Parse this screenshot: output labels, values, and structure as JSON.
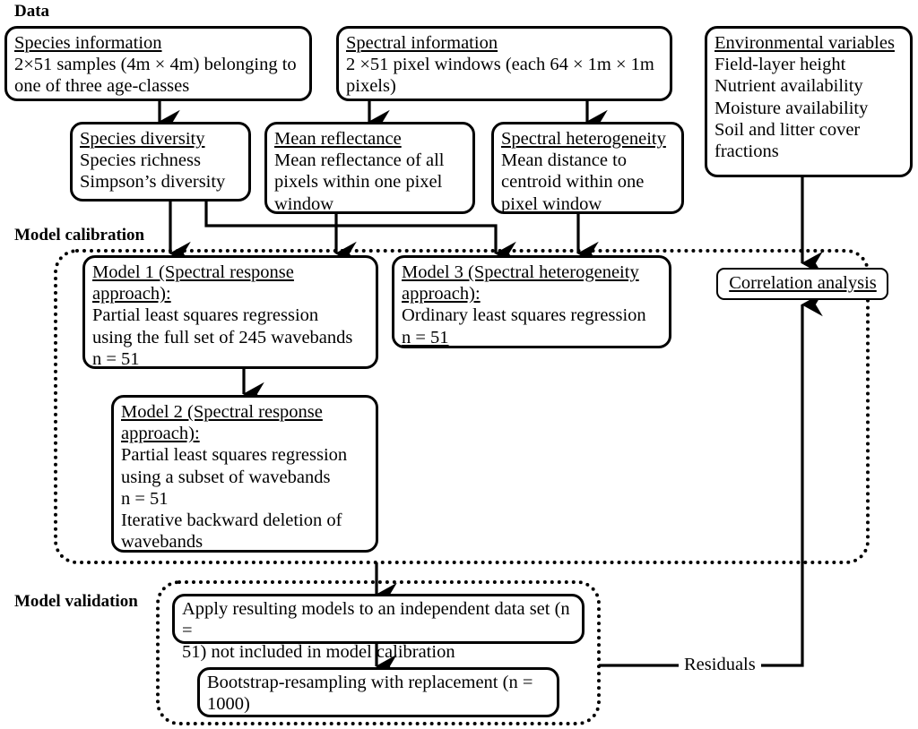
{
  "diagram": {
    "title_labels": {
      "data": "Data",
      "model_calibration": "Model calibration",
      "model_validation": "Model validation"
    },
    "edge_labels": {
      "residuals": "Residuals"
    },
    "boxes": {
      "species_information": {
        "header": "Species information",
        "lines": [
          "2×51 samples (4m × 4m) belonging to",
          "one of three age-classes"
        ]
      },
      "spectral_information": {
        "header": "Spectral information",
        "lines": [
          "2 ×51 pixel windows (each 64 × 1m × 1m",
          "pixels)"
        ]
      },
      "environmental_variables": {
        "header": "Environmental variables",
        "lines": [
          "Field-layer height",
          "Nutrient availability",
          "Moisture availability",
          "Soil and litter cover",
          "fractions"
        ]
      },
      "species_diversity": {
        "header": "Species diversity",
        "lines": [
          "Species richness",
          "Simpson’s diversity"
        ]
      },
      "mean_reflectance": {
        "header": "Mean reflectance",
        "lines": [
          "Mean reflectance of all",
          "pixels within one pixel",
          "window"
        ]
      },
      "spectral_heterogeneity": {
        "header": "Spectral heterogeneity",
        "lines": [
          "Mean distance to",
          "centroid within one",
          "pixel window"
        ]
      },
      "model_1": {
        "header": "Model 1 (Spectral response",
        "header2": "approach):",
        "lines": [
          "Partial least squares regression",
          "using the full set of 245 wavebands",
          "n = 51"
        ]
      },
      "model_3": {
        "header": "Model 3 (Spectral heterogeneity",
        "header2": "approach):",
        "lines": [
          "Ordinary least squares regression",
          "n = 51"
        ]
      },
      "model_2": {
        "header": "Model 2 (Spectral response",
        "header2": "approach):",
        "lines": [
          "Partial least squares regression",
          "using a subset of wavebands",
          "n = 51",
          "Iterative backward deletion of",
          "wavebands"
        ]
      },
      "correlation_analysis": {
        "header": "Correlation analysis",
        "lines": []
      },
      "apply_models": {
        "lines": [
          "Apply resulting models to an independent data set (n =",
          "51) not included in model calibration"
        ]
      },
      "bootstrap": {
        "lines": [
          "Bootstrap-resampling with replacement (n =",
          "1000)"
        ]
      }
    },
    "colors": {
      "stroke": "#000000",
      "background": "#ffffff"
    }
  }
}
